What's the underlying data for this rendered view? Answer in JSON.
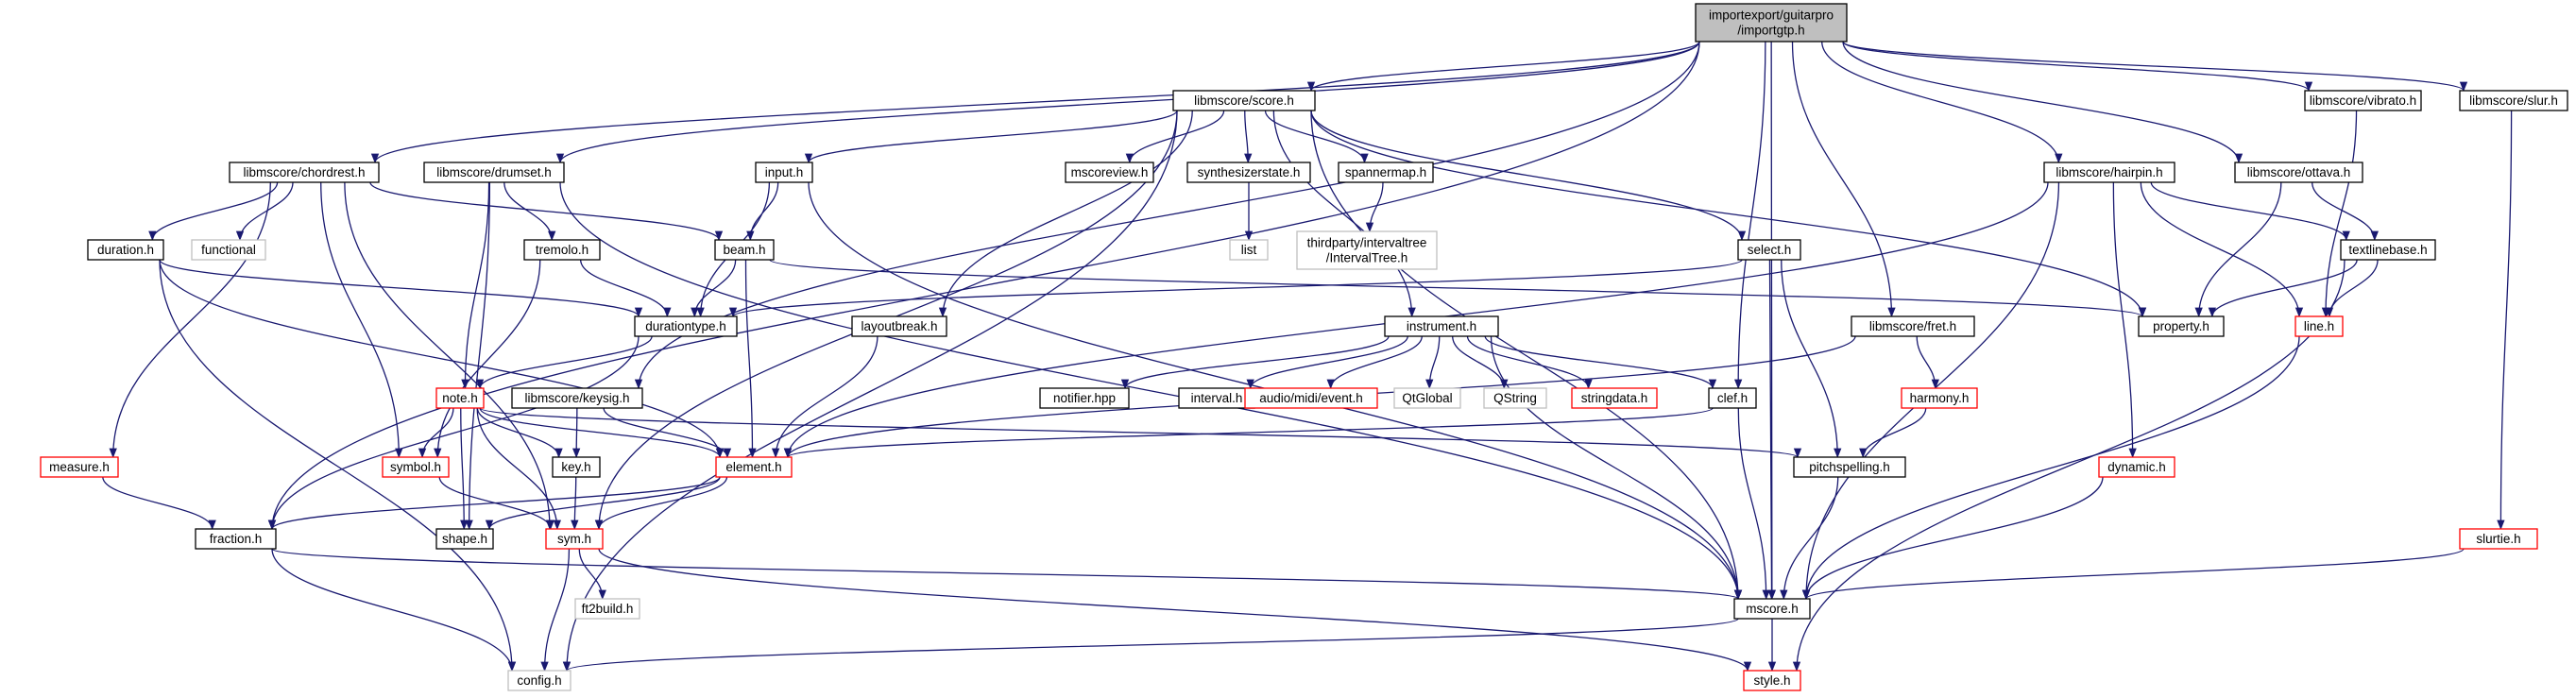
{
  "colors": {
    "edge": "#191970",
    "root_fill": "#bfbfbf",
    "root_stroke": "#000000",
    "normal_stroke": "#000000",
    "truncated_stroke": "#ff0000",
    "external_stroke": "#bfbfbf",
    "external_text": "#000000"
  },
  "nodes": {
    "root": {
      "lines": [
        "importexport/guitarpro",
        "/importgtp.h"
      ],
      "kind": "root"
    },
    "score": {
      "lines": [
        "libmscore/score.h"
      ],
      "kind": "normal"
    },
    "chordrest": {
      "lines": [
        "libmscore/chordrest.h"
      ],
      "kind": "normal"
    },
    "drumset": {
      "lines": [
        "libmscore/drumset.h"
      ],
      "kind": "normal"
    },
    "vibrato": {
      "lines": [
        "libmscore/vibrato.h"
      ],
      "kind": "normal"
    },
    "slur": {
      "lines": [
        "libmscore/slur.h"
      ],
      "kind": "normal"
    },
    "hairpin": {
      "lines": [
        "libmscore/hairpin.h"
      ],
      "kind": "normal"
    },
    "ottava": {
      "lines": [
        "libmscore/ottava.h"
      ],
      "kind": "normal"
    },
    "fret": {
      "lines": [
        "libmscore/fret.h"
      ],
      "kind": "normal"
    },
    "keysig": {
      "lines": [
        "libmscore/keysig.h"
      ],
      "kind": "normal"
    },
    "input": {
      "lines": [
        "input.h"
      ],
      "kind": "normal"
    },
    "mscoreview": {
      "lines": [
        "mscoreview.h"
      ],
      "kind": "normal"
    },
    "synth": {
      "lines": [
        "synthesizerstate.h"
      ],
      "kind": "normal"
    },
    "spannermap": {
      "lines": [
        "spannermap.h"
      ],
      "kind": "normal"
    },
    "intervaltree": {
      "lines": [
        "thirdparty/intervaltree",
        "/IntervalTree.h"
      ],
      "kind": "external"
    },
    "list": {
      "lines": [
        "list"
      ],
      "kind": "external"
    },
    "functional": {
      "lines": [
        "functional"
      ],
      "kind": "external"
    },
    "duration": {
      "lines": [
        "duration.h"
      ],
      "kind": "normal"
    },
    "measure": {
      "lines": [
        "measure.h"
      ],
      "kind": "truncated"
    },
    "tremolo": {
      "lines": [
        "tremolo.h"
      ],
      "kind": "normal"
    },
    "beam": {
      "lines": [
        "beam.h"
      ],
      "kind": "normal"
    },
    "durationtype": {
      "lines": [
        "durationtype.h"
      ],
      "kind": "normal"
    },
    "layoutbreak": {
      "lines": [
        "layoutbreak.h"
      ],
      "kind": "normal"
    },
    "select": {
      "lines": [
        "select.h"
      ],
      "kind": "normal"
    },
    "instrument": {
      "lines": [
        "instrument.h"
      ],
      "kind": "normal"
    },
    "textlinebase": {
      "lines": [
        "textlinebase.h"
      ],
      "kind": "normal"
    },
    "property": {
      "lines": [
        "property.h"
      ],
      "kind": "normal"
    },
    "line": {
      "lines": [
        "line.h"
      ],
      "kind": "truncated"
    },
    "note": {
      "lines": [
        "note.h"
      ],
      "kind": "truncated"
    },
    "symbol": {
      "lines": [
        "symbol.h"
      ],
      "kind": "truncated"
    },
    "key": {
      "lines": [
        "key.h"
      ],
      "kind": "normal"
    },
    "element": {
      "lines": [
        "element.h"
      ],
      "kind": "truncated"
    },
    "notifier": {
      "lines": [
        "notifier.hpp"
      ],
      "kind": "normal"
    },
    "interval": {
      "lines": [
        "interval.h"
      ],
      "kind": "normal"
    },
    "audiomidi": {
      "lines": [
        "audio/midi/event.h"
      ],
      "kind": "truncated"
    },
    "qtglobal": {
      "lines": [
        "QtGlobal"
      ],
      "kind": "external"
    },
    "qstring": {
      "lines": [
        "QString"
      ],
      "kind": "external"
    },
    "stringdata": {
      "lines": [
        "stringdata.h"
      ],
      "kind": "truncated"
    },
    "clef": {
      "lines": [
        "clef.h"
      ],
      "kind": "normal"
    },
    "harmony": {
      "lines": [
        "harmony.h"
      ],
      "kind": "truncated"
    },
    "pitchspelling": {
      "lines": [
        "pitchspelling.h"
      ],
      "kind": "normal"
    },
    "dynamic": {
      "lines": [
        "dynamic.h"
      ],
      "kind": "truncated"
    },
    "slurtie": {
      "lines": [
        "slurtie.h"
      ],
      "kind": "truncated"
    },
    "fraction": {
      "lines": [
        "fraction.h"
      ],
      "kind": "normal"
    },
    "shape": {
      "lines": [
        "shape.h"
      ],
      "kind": "normal"
    },
    "sym": {
      "lines": [
        "sym.h"
      ],
      "kind": "truncated"
    },
    "ft2build": {
      "lines": [
        "ft2build.h"
      ],
      "kind": "external"
    },
    "mscore": {
      "lines": [
        "mscore.h"
      ],
      "kind": "normal"
    },
    "config": {
      "lines": [
        "config.h"
      ],
      "kind": "external"
    },
    "style": {
      "lines": [
        "style.h"
      ],
      "kind": "truncated"
    }
  },
  "edges": [
    [
      "root",
      "score"
    ],
    [
      "root",
      "chordrest"
    ],
    [
      "root",
      "drumset"
    ],
    [
      "root",
      "vibrato"
    ],
    [
      "root",
      "slur"
    ],
    [
      "root",
      "hairpin"
    ],
    [
      "root",
      "ottava"
    ],
    [
      "root",
      "fret"
    ],
    [
      "root",
      "keysig"
    ],
    [
      "root",
      "clef"
    ],
    [
      "root",
      "mscore"
    ],
    [
      "root",
      "fraction"
    ],
    [
      "score",
      "input"
    ],
    [
      "score",
      "mscoreview"
    ],
    [
      "score",
      "synth"
    ],
    [
      "score",
      "spannermap"
    ],
    [
      "score",
      "layoutbreak"
    ],
    [
      "score",
      "select"
    ],
    [
      "score",
      "instrument"
    ],
    [
      "score",
      "property"
    ],
    [
      "score",
      "sym"
    ],
    [
      "score",
      "config"
    ],
    [
      "score",
      "mscore"
    ],
    [
      "synth",
      "list"
    ],
    [
      "spannermap",
      "intervaltree"
    ],
    [
      "input",
      "beam"
    ],
    [
      "input",
      "durationtype"
    ],
    [
      "input",
      "mscore"
    ],
    [
      "chordrest",
      "functional"
    ],
    [
      "chordrest",
      "duration"
    ],
    [
      "chordrest",
      "measure"
    ],
    [
      "chordrest",
      "beam"
    ],
    [
      "chordrest",
      "symbol"
    ],
    [
      "chordrest",
      "sym"
    ],
    [
      "drumset",
      "tremolo"
    ],
    [
      "drumset",
      "note"
    ],
    [
      "drumset",
      "shape"
    ],
    [
      "drumset",
      "mscore"
    ],
    [
      "duration",
      "durationtype"
    ],
    [
      "duration",
      "element"
    ],
    [
      "duration",
      "config"
    ],
    [
      "measure",
      "fraction"
    ],
    [
      "tremolo",
      "durationtype"
    ],
    [
      "tremolo",
      "symbol"
    ],
    [
      "beam",
      "durationtype"
    ],
    [
      "beam",
      "element"
    ],
    [
      "beam",
      "property"
    ],
    [
      "durationtype",
      "note"
    ],
    [
      "durationtype",
      "fraction"
    ],
    [
      "layoutbreak",
      "element"
    ],
    [
      "select",
      "durationtype"
    ],
    [
      "select",
      "pitchspelling"
    ],
    [
      "select",
      "mscore"
    ],
    [
      "instrument",
      "notifier"
    ],
    [
      "instrument",
      "interval"
    ],
    [
      "instrument",
      "audiomidi"
    ],
    [
      "instrument",
      "qtglobal"
    ],
    [
      "instrument",
      "qstring"
    ],
    [
      "instrument",
      "stringdata"
    ],
    [
      "instrument",
      "clef"
    ],
    [
      "instrument",
      "mscore"
    ],
    [
      "keysig",
      "key"
    ],
    [
      "keysig",
      "element"
    ],
    [
      "note",
      "symbol"
    ],
    [
      "note",
      "key"
    ],
    [
      "note",
      "element"
    ],
    [
      "note",
      "shape"
    ],
    [
      "note",
      "sym"
    ],
    [
      "note",
      "pitchspelling"
    ],
    [
      "symbol",
      "sym"
    ],
    [
      "key",
      "sym"
    ],
    [
      "element",
      "fraction"
    ],
    [
      "element",
      "shape"
    ],
    [
      "element",
      "sym"
    ],
    [
      "clef",
      "element"
    ],
    [
      "clef",
      "mscore"
    ],
    [
      "fret",
      "harmony"
    ],
    [
      "fret",
      "element"
    ],
    [
      "harmony",
      "pitchspelling"
    ],
    [
      "pitchspelling",
      "mscore"
    ],
    [
      "vibrato",
      "line"
    ],
    [
      "hairpin",
      "textlinebase"
    ],
    [
      "hairpin",
      "line"
    ],
    [
      "hairpin",
      "dynamic"
    ],
    [
      "hairpin",
      "element"
    ],
    [
      "hairpin",
      "mscore"
    ],
    [
      "ottava",
      "textlinebase"
    ],
    [
      "ottava",
      "property"
    ],
    [
      "textlinebase",
      "property"
    ],
    [
      "textlinebase",
      "line"
    ],
    [
      "textlinebase",
      "style"
    ],
    [
      "line",
      "mscore"
    ],
    [
      "slur",
      "slurtie"
    ],
    [
      "slurtie",
      "mscore"
    ],
    [
      "dynamic",
      "mscore"
    ],
    [
      "fraction",
      "config"
    ],
    [
      "fraction",
      "mscore"
    ],
    [
      "sym",
      "config"
    ],
    [
      "sym",
      "ft2build"
    ],
    [
      "sym",
      "style"
    ],
    [
      "mscore",
      "config"
    ],
    [
      "mscore",
      "style"
    ]
  ]
}
